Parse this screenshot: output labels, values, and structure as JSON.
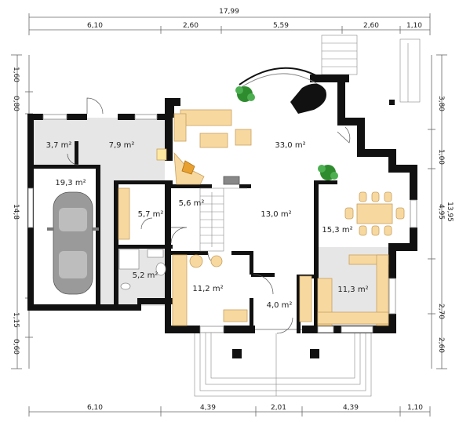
{
  "top_dimensions": {
    "overall": "17,99",
    "segments": [
      "6,10",
      "2,60",
      "5,59",
      "2,60",
      "1,10"
    ]
  },
  "bottom_dimensions": {
    "segments": [
      "6,10",
      "4,39",
      "2,01",
      "4,39",
      "1,10"
    ]
  },
  "left_dimensions": {
    "overall": "14,8",
    "segments": [
      "1,60",
      "0,80",
      "1,15",
      "0,60"
    ]
  },
  "right_dimensions": {
    "overall": "13,95",
    "segments": [
      "3,80",
      "1,00",
      "4,95",
      "2,70",
      "2,60"
    ]
  },
  "rooms": {
    "r37": "3,7 m²",
    "r79": "7,9 m²",
    "garage": "19,3 m²",
    "living": "33,0 m²",
    "stairs": "5,6 m²",
    "corridor": "5,7 m²",
    "dining_hall": "13,0 m²",
    "dining": "15,3 m²",
    "bath": "5,2 m²",
    "study": "11,2 m²",
    "entry": "4,0 m²",
    "kitchen": "11,3 m²"
  },
  "colors": {
    "wall": "#111111",
    "floor_main": "#ffffff",
    "floor_grey": "#e6e6e6",
    "furniture": "#f7d9a0",
    "furniture_stroke": "#c9a060",
    "car": "#999999",
    "plant": "#2e8b2e",
    "line": "#666666"
  }
}
